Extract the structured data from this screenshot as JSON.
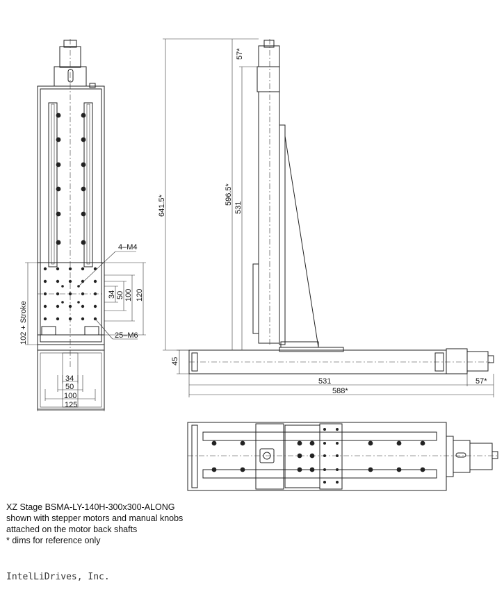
{
  "front_view": {
    "label_4m4": "4–M4",
    "label_25m6": "25–M6",
    "dim_34_v": "34",
    "dim_50_v": "50",
    "dim_100_v": "100",
    "dim_120_v": "120",
    "dim_stroke": "102 + Stroke",
    "dim_34_h": "34",
    "dim_50_h": "50",
    "dim_100_h": "100",
    "dim_125_h": "125"
  },
  "side_view": {
    "dim_641": "641.5*",
    "dim_596": "596.5*",
    "dim_531_v": "531",
    "dim_57_top": "57*",
    "dim_45": "45",
    "dim_531_h": "531",
    "dim_57_right": "57*",
    "dim_588": "588*"
  },
  "caption": {
    "line1": "XZ Stage BSMA-LY-140H-300x300-ALONG",
    "line2": "shown with stepper motors and manual knobs",
    "line3": "attached on the motor back shafts",
    "line4": "* dims for reference only"
  },
  "company": "IntelLiDrives, Inc."
}
